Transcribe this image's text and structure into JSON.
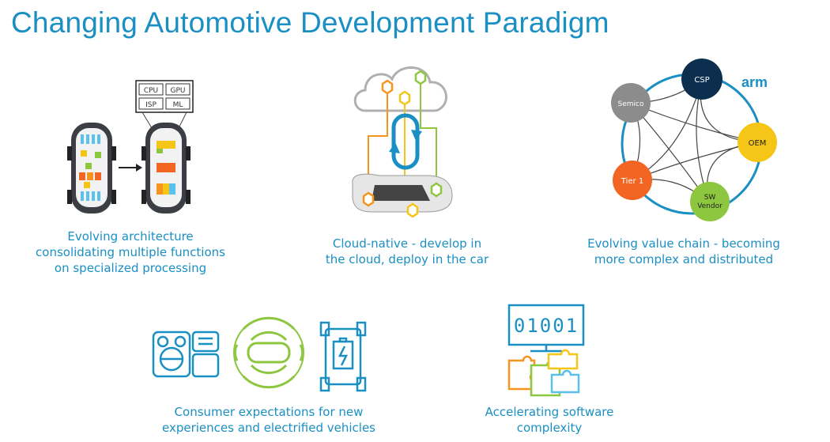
{
  "slide": {
    "title": "Changing Automotive Development Paradigm"
  },
  "panels": {
    "architecture": {
      "chip_labels": [
        "CPU",
        "GPU",
        "ISP",
        "ML"
      ],
      "caption": [
        "Evolving architecture",
        "consolidating multiple functions",
        "on specialized processing"
      ]
    },
    "cloud": {
      "caption": [
        "Cloud-native - develop in",
        "the cloud, deploy in the car"
      ]
    },
    "value_chain": {
      "logo": "arm",
      "nodes": [
        {
          "label": "CSP",
          "color": "#0d2f4f"
        },
        {
          "label": "OEM",
          "color": "#f5c518"
        },
        {
          "label": "SW Vendor",
          "color": "#8dc63f"
        },
        {
          "label": "Tier 1",
          "color": "#f26522"
        },
        {
          "label": "Semico",
          "color": "#8c8c8c"
        }
      ],
      "caption": [
        "Evolving value chain - becoming",
        "more complex and distributed"
      ]
    },
    "consumer": {
      "caption": [
        "Consumer expectations for new",
        "experiences and electrified vehicles"
      ]
    },
    "software": {
      "binary": "01001",
      "caption": [
        "Accelerating software",
        "complexity"
      ]
    }
  },
  "colors": {
    "accent_blue": "#1a8fc4",
    "orange": "#f7941d",
    "green": "#8dc63f",
    "yellow": "#f5c518",
    "light_blue": "#5bc0eb"
  }
}
